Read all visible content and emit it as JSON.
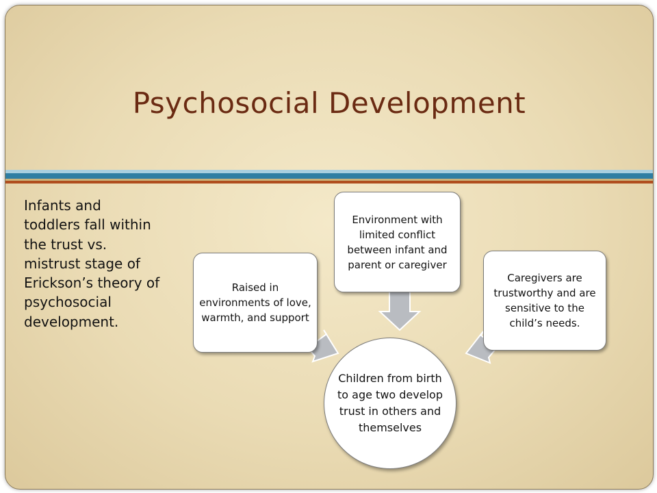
{
  "slide": {
    "title": "Psychosocial Development",
    "body_text": "Infants and toddlers fall within the trust vs. mistrust stage of Erickson’s theory of psychosocial development."
  },
  "diagram": {
    "center": "Children from birth to age two develop trust in others and themselves",
    "nodes": {
      "top": "Environment with limited conflict between infant and parent or caregiver",
      "left": "Raised in environments of love, warmth, and support",
      "right": "Caregivers are trustworthy and are sensitive to the child’s needs."
    },
    "colors": {
      "title": "#6a2a12",
      "arrow_fill": "#b9bcc1",
      "stripe_light_blue": "#a7cfe0",
      "stripe_blue": "#2e7ea3",
      "stripe_rust": "#b04e1e"
    }
  }
}
